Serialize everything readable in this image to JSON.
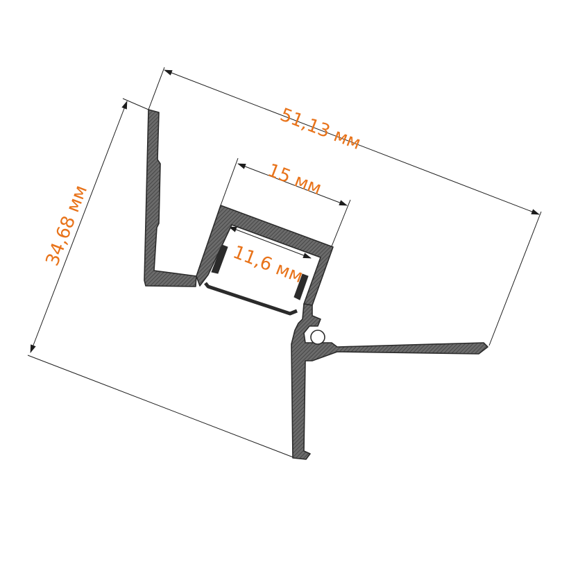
{
  "dimensions": {
    "overall_width": "51,13 мм",
    "overall_height": "34,68 мм",
    "channel_outer_width": "15 мм",
    "channel_inner_width": "11,6 мм"
  },
  "colors": {
    "label": "#e8731a",
    "line": "#1c1c1c",
    "profile_fill": "#5a5a5a"
  }
}
